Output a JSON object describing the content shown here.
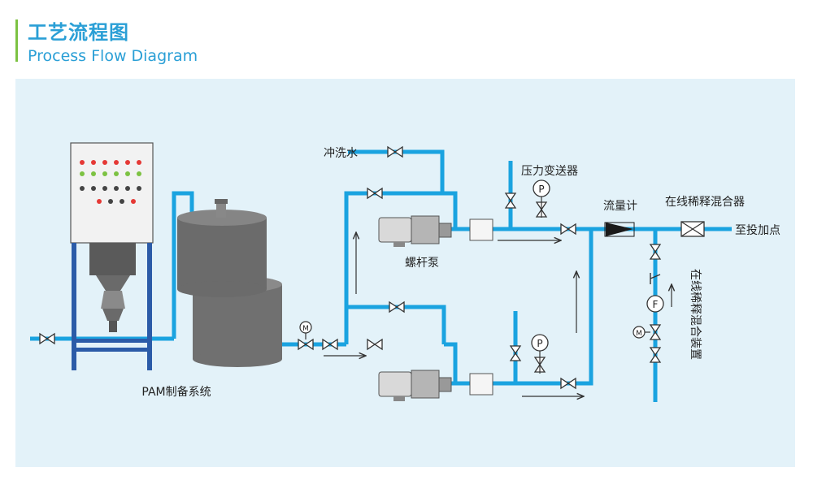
{
  "header": {
    "title_cn": "工艺流程图",
    "title_en": "Process Flow Diagram"
  },
  "labels": {
    "pam_system": "PAM制备系统",
    "flush_water": "冲洗水",
    "pressure_transmitter": "压力变送器",
    "screw_pump": "螺杆泵",
    "flow_meter": "流量计",
    "inline_mixer": "在线稀释混合器",
    "to_dosing_point": "至投加点",
    "inline_dilution_device": "在线稀释混合装置"
  },
  "gauges": {
    "pressure": "P",
    "motor": "M",
    "flow": "F"
  },
  "colors": {
    "accent_green": "#7cc242",
    "title_blue": "#2a9fd6",
    "pipe_blue": "#1aa3e0",
    "panel_bg": "#e3f2f9",
    "frame_blue": "#2b5ba8",
    "tank_gray": "#6b6b6b"
  }
}
